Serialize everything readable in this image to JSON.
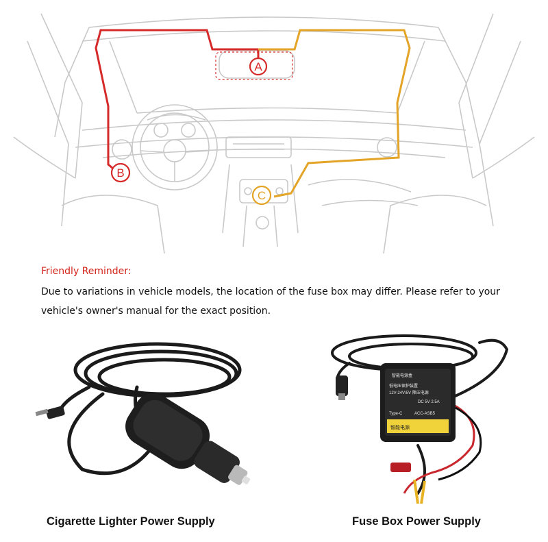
{
  "diagram": {
    "markers": {
      "a": "A",
      "b": "B",
      "c": "C"
    },
    "colors": {
      "route_red": "#d62a2a",
      "route_orange": "#e3a427",
      "line_art": "#c9c9c9"
    }
  },
  "reminder": {
    "title": "Friendly Reminder:",
    "body": "Due to variations in vehicle models, the location of the fuse box may differ. Please refer to your vehicle's owner's manual for the exact position."
  },
  "products": {
    "cigarette": {
      "caption": "Cigarette Lighter Power Supply"
    },
    "fusebox": {
      "caption": "Fuse Box Power Supply",
      "label_lines": [
        "智能电源盒",
        "低电压保护装置",
        "12V-24V/5V 降压电源",
        "DC 5V 2.5A",
        "Type-C",
        "ACC-ASB5",
        "智能电源"
      ]
    }
  }
}
